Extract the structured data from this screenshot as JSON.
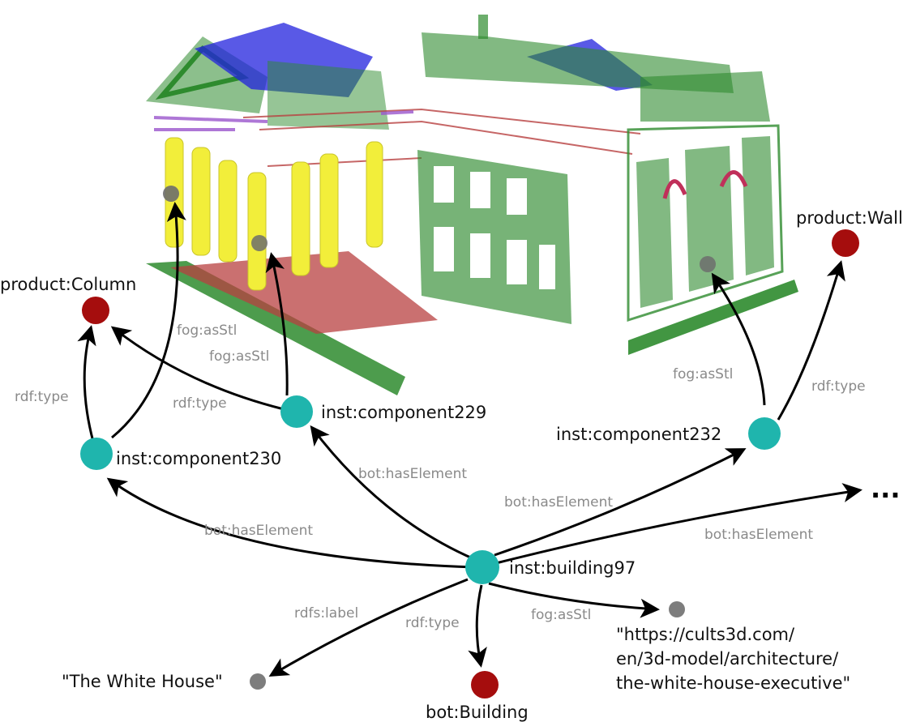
{
  "colors": {
    "instance": "#1fb5ad",
    "class": "#a50d0d",
    "literal": "#7d7d7d",
    "edge": "#000000",
    "edge_label": "#8a8a8a",
    "model_green": "#2e8b2e",
    "model_yellow": "#f2ee3a",
    "model_blue": "#2222dd",
    "model_red": "#b84040"
  },
  "nodes": {
    "building": "inst:building97",
    "component229": "inst:component229",
    "component230": "inst:component230",
    "component232": "inst:component232",
    "column_class": "product:Column",
    "wall_class": "product:Wall",
    "building_class": "bot:Building",
    "label_literal": "\"The White House\"",
    "url_line1": "\"https://cults3d.com/",
    "url_line2": "en/3d-model/architecture/",
    "url_line3": "the-white-house-executive\"",
    "more": "..."
  },
  "edges": {
    "has_element_230": "bot:hasElement",
    "has_element_229": "bot:hasElement",
    "has_element_232": "bot:hasElement",
    "has_element_more": "bot:hasElement",
    "type_230": "rdf:type",
    "type_229": "rdf:type",
    "type_232": "rdf:type",
    "type_building": "rdf:type",
    "stl_230": "fog:asStl",
    "stl_229": "fog:asStl",
    "stl_232": "fog:asStl",
    "stl_building": "fog:asStl",
    "label_building": "rdfs:label"
  }
}
